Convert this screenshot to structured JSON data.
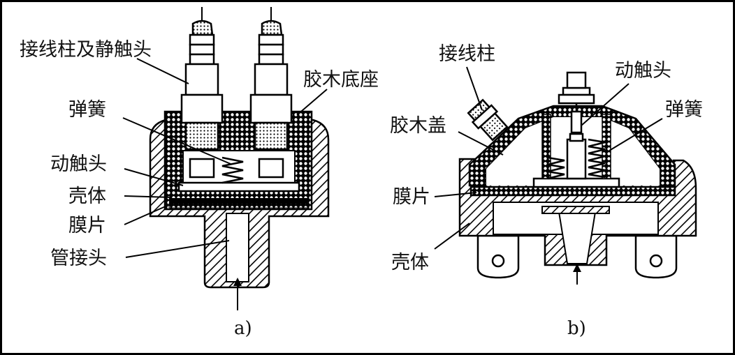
{
  "figure_a": {
    "labels": {
      "terminal_static_contact": "接线柱及静触头",
      "bakelite_base": "胶木底座",
      "spring": "弹簧",
      "moving_contact": "动触头",
      "housing": "壳体",
      "diaphragm": "膜片",
      "pipe_joint": "管接头"
    },
    "caption": "a)"
  },
  "figure_b": {
    "labels": {
      "terminal": "接线柱",
      "moving_contact": "动触头",
      "bakelite_cover": "胶木盖",
      "spring": "弹簧",
      "diaphragm": "膜片",
      "housing": "壳体"
    },
    "caption": "b)"
  },
  "colors": {
    "ink": "#111111",
    "background": "#ffffff"
  }
}
